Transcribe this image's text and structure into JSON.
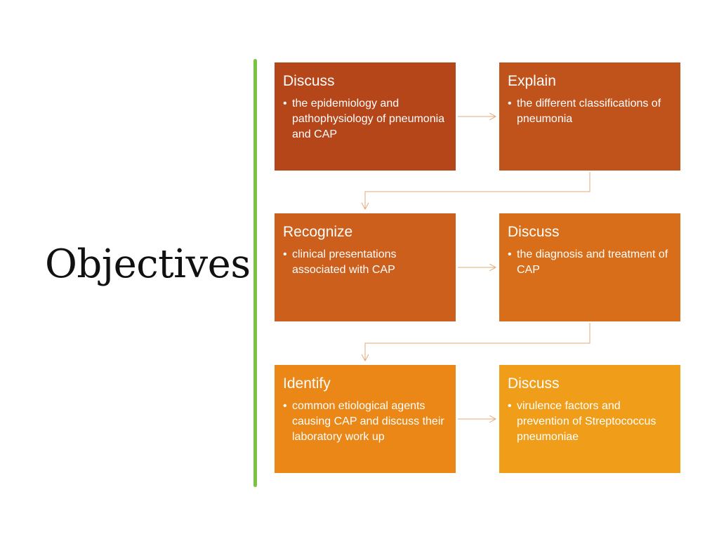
{
  "title": "Objectives",
  "colors": {
    "divider": "#7cc242",
    "connector": "#e0a87a",
    "box_1": "#b5461a",
    "box_2": "#c0531c",
    "box_3": "#cc5f1c",
    "box_4": "#d86e19",
    "box_5": "#ea8716",
    "box_6": "#f09e1a"
  },
  "objectives": [
    {
      "heading": "Discuss",
      "bullet": "the epidemiology and pathophysiology of pneumonia and CAP"
    },
    {
      "heading": "Explain",
      "bullet": "the different classifications of pneumonia"
    },
    {
      "heading": "Recognize",
      "bullet": "clinical presentations associated with CAP"
    },
    {
      "heading": "Discuss",
      "bullet": " the diagnosis and treatment of CAP"
    },
    {
      "heading": "Identify",
      "bullet": "common etiological agents causing CAP and discuss their laboratory work up"
    },
    {
      "heading": "Discuss",
      "bullet": "virulence factors and prevention of Streptococcus pneumoniae"
    }
  ]
}
